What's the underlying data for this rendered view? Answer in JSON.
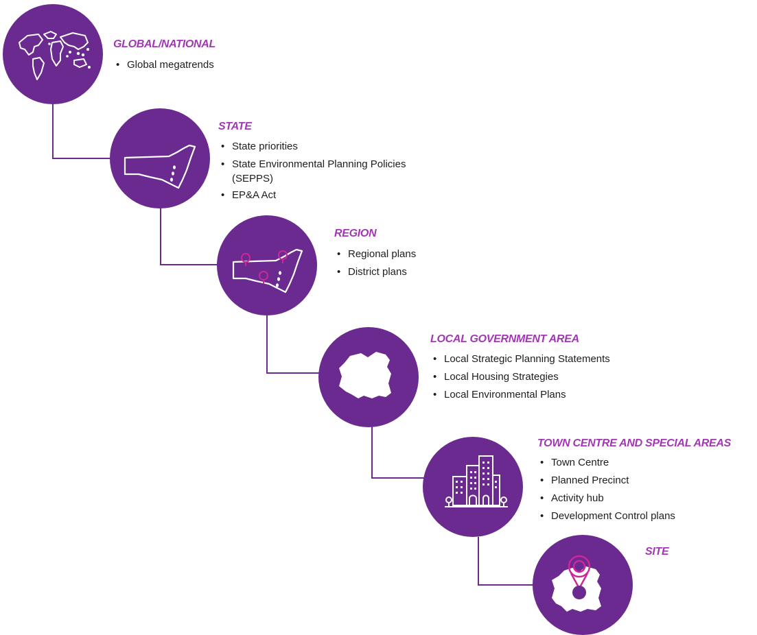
{
  "levels": [
    {
      "heading": "GLOBAL/NATIONAL",
      "icon": "world-map-icon",
      "items": [
        "Global megatrends"
      ]
    },
    {
      "heading": "STATE",
      "icon": "state-outline-icon",
      "items": [
        "State priorities",
        "State Environmental Planning Policies",
        "EP&A Act"
      ],
      "item_continuation": "(SEPPS)"
    },
    {
      "heading": "REGION",
      "icon": "region-map-pins-icon",
      "items": [
        "Regional plans",
        "District plans"
      ]
    },
    {
      "heading": "LOCAL GOVERNMENT AREA",
      "icon": "lga-shape-icon",
      "items": [
        "Local Strategic Planning Statements",
        "Local Housing Strategies",
        "Local Environmental Plans"
      ]
    },
    {
      "heading": "TOWN CENTRE AND SPECIAL AREAS",
      "icon": "city-buildings-icon",
      "items": [
        "Town Centre",
        "Planned Precinct",
        "Activity hub",
        "Development Control plans"
      ]
    },
    {
      "heading": "SITE",
      "icon": "site-pin-icon",
      "items": []
    }
  ],
  "colors": {
    "circle": "#6b2a8f",
    "heading": "#a336b5",
    "connector": "#6b2a8f",
    "accent_pin": "#d0269b"
  }
}
